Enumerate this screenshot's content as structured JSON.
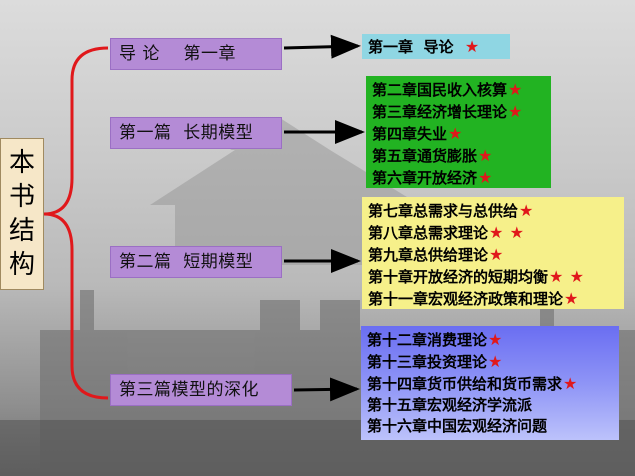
{
  "title_chars": [
    "本",
    "书",
    "结",
    "构"
  ],
  "parts": [
    {
      "label": "导 论    第一章"
    },
    {
      "label": "第一篇  长期模型"
    },
    {
      "label": "第二篇  短期模型"
    },
    {
      "label": "第三篇模型的深化"
    }
  ],
  "intro_box": {
    "chapters": [
      "第一章  导论"
    ]
  },
  "long_box": {
    "chapters": [
      "第二章国民收入核算",
      "第三章经济增长理论",
      "第四章失业",
      "第五章通货膨胀",
      "第六章开放经济"
    ]
  },
  "short_box": {
    "chapters": [
      "第七章总需求与总供给",
      "第八章总需求理论",
      "第九章总供给理论",
      "第十章开放经济的短期均衡",
      "第十一章宏观经济政策和理论"
    ]
  },
  "deep_box": {
    "chapters": [
      "第十二章消费理论",
      "第十三章投资理论",
      "第十四章货币供给和货币需求",
      "第十五章宏观经济学流派",
      "第十六章中国宏观经济问题"
    ]
  },
  "star_glyph": "★",
  "colors": {
    "brace": "#e0181b",
    "part_bg": "#b48bd6",
    "intro_bg": "#8fd6e3",
    "long_bg": "#22b322",
    "short_bg": "#f6f08a",
    "deep_bg": "#7b80f4",
    "star": "#e0181b"
  }
}
